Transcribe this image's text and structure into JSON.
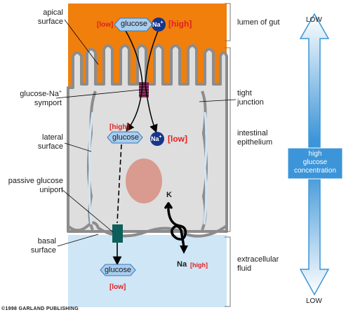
{
  "left_labels": {
    "apical_surface": [
      "apical",
      "surface"
    ],
    "symport": [
      "glucose-Na",
      "+",
      "symport"
    ],
    "lateral_surface": [
      "lateral",
      "surface"
    ],
    "passive_uniport": [
      "passive glucose",
      "uniport"
    ],
    "basal_surface": [
      "basal",
      "surface"
    ]
  },
  "right_labels": {
    "lumen": "lumen of gut",
    "tight_junction": [
      "tight",
      "junction"
    ],
    "intestinal_epithelium": [
      "intestinal",
      "epithelium"
    ],
    "extracellular_fluid": [
      "extracellular",
      "fluid"
    ]
  },
  "top_molecules": {
    "glucose_conc": "[low]",
    "glucose": "glucose",
    "na": "Na",
    "na_sup": "+",
    "na_conc": "[high]"
  },
  "cell_molecules": {
    "glucose_conc": "[high]",
    "glucose": "glucose",
    "na": "Na",
    "na_sup": "+",
    "na_conc": "[low]"
  },
  "bottom_molecule": {
    "glucose": "glucose",
    "glucose_conc": "[low]"
  },
  "pump": {
    "k_label": "K",
    "na_label": "Na",
    "na_conc": "[high]"
  },
  "gradient": {
    "top": "LOW",
    "bottom": "LOW",
    "center": [
      "high",
      "glucose",
      "concentration"
    ]
  },
  "copyright": "©1998 GARLAND PUBLISHING",
  "colors": {
    "lumen": "#f07f0c",
    "cytoplasm": "#dedede",
    "extracellular": "#cfe6f6",
    "membrane": "#8c8c8c",
    "glucose_fill": "#a9cdee",
    "sodium_fill": "#17358a",
    "symport": "#6a1040",
    "uniport": "#0e5f5c",
    "nucleus": "#d99a90",
    "arrow_blue": "#4a9fdc",
    "red_text": "#e02020"
  }
}
